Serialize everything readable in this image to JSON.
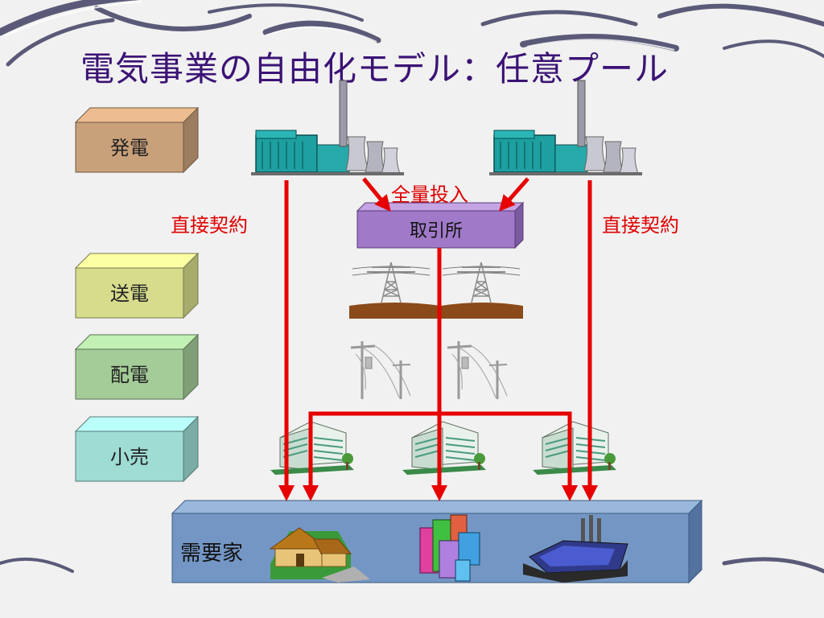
{
  "title": "電気事業の自由化モデル：任意プール",
  "layers": [
    {
      "id": "generation",
      "label": "発電",
      "color": "#c8a07a"
    },
    {
      "id": "transmission",
      "label": "送電",
      "color": "#d6dc8c"
    },
    {
      "id": "distribution",
      "label": "配電",
      "color": "#a4cc98"
    },
    {
      "id": "retail",
      "label": "小売",
      "color": "#9edcd4"
    }
  ],
  "exchange": {
    "label": "取引所",
    "color": "#a07ac8"
  },
  "consumers": {
    "label": "需要家",
    "color": "#7496c4"
  },
  "labels": {
    "all_input": "全量投入",
    "direct_left": "直接契約",
    "direct_right": "直接契約"
  },
  "colors": {
    "arrow": "#e60000",
    "title": "#3b1375"
  },
  "icons": [
    "power-plant-icon",
    "transmission-tower-icon",
    "utility-pole-icon",
    "office-building-icon",
    "house-icon",
    "city-buildings-icon",
    "factory-icon"
  ]
}
